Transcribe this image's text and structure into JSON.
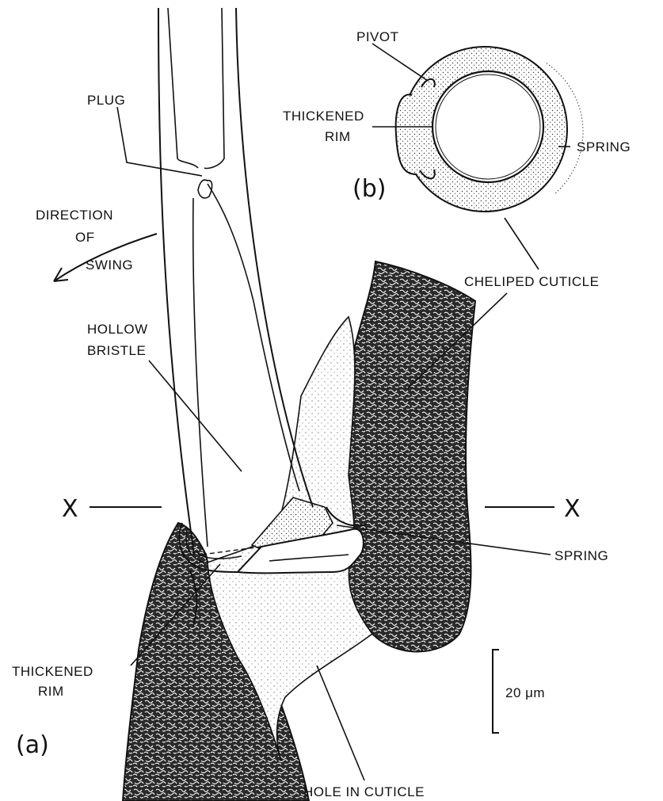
{
  "figure": {
    "panel_a": "(a)",
    "panel_b": "(b)",
    "labels": {
      "plug": "PLUG",
      "direction_line1": "DIRECTION",
      "direction_line2": "OF",
      "direction_line3": "SWING",
      "hollow_line1": "HOLLOW",
      "hollow_line2": "BRISTLE",
      "x_left": "X",
      "x_right": "X",
      "spring_a": "SPRING",
      "thick_a_line1": "THICKENED",
      "thick_a_line2": "RIM",
      "hole": "HOLE IN CUTICLE",
      "cheliped": "CHELIPED CUTICLE",
      "pivot": "PIVOT",
      "thick_b_line1": "THICKENED",
      "thick_b_line2": "RIM",
      "spring_b": "SPRING",
      "scale": "20 μm"
    }
  }
}
